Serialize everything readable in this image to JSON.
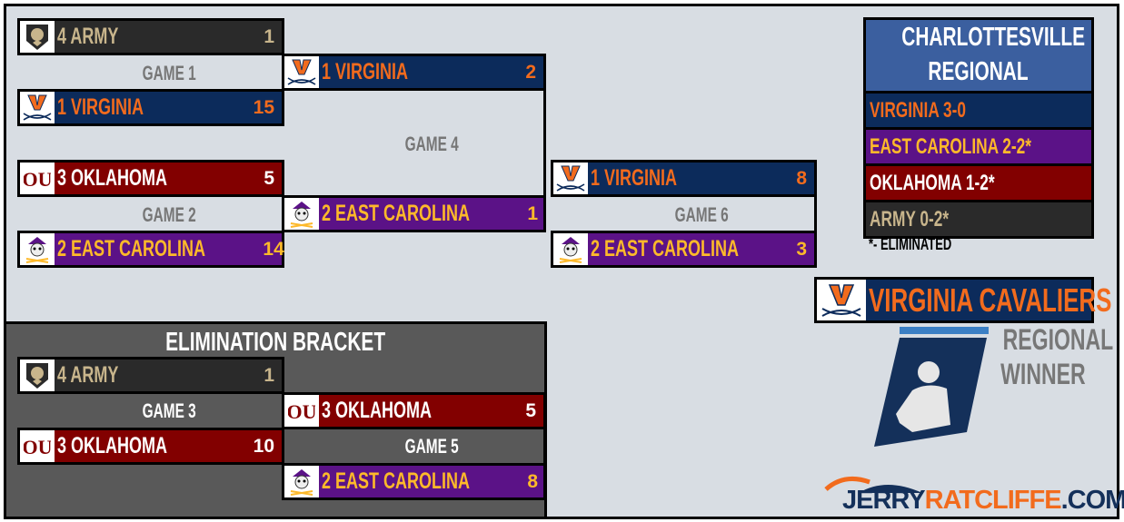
{
  "colors": {
    "army": "#2a2a2a",
    "virginia": "#0c2b5b",
    "oklahoma": "#820000",
    "east_carolina": "#5b1287",
    "accent_orange": "#f26b1d"
  },
  "winners_bracket": {
    "game1": {
      "label": "GAME 1",
      "top": {
        "team": "4 ARMY",
        "score": "1",
        "logo": "army-logo-icon"
      },
      "bottom": {
        "team": "1 VIRGINIA",
        "score": "15",
        "logo": "virginia-logo-icon"
      }
    },
    "game2": {
      "label": "GAME 2",
      "top": {
        "team": "3 OKLAHOMA",
        "score": "5",
        "logo": "oklahoma-logo-icon"
      },
      "bottom": {
        "team": "2 EAST CAROLINA",
        "score": "14",
        "logo": "ecu-logo-icon"
      }
    },
    "game4": {
      "label": "GAME 4",
      "top": {
        "team": "1 VIRGINIA",
        "score": "2",
        "logo": "virginia-logo-icon"
      },
      "bottom": {
        "team": "2 EAST CAROLINA",
        "score": "1",
        "logo": "ecu-logo-icon"
      }
    },
    "game6": {
      "label": "GAME 6",
      "top": {
        "team": "1 VIRGINIA",
        "score": "8",
        "logo": "virginia-logo-icon"
      },
      "bottom": {
        "team": "2 EAST CAROLINA",
        "score": "3",
        "logo": "ecu-logo-icon"
      }
    }
  },
  "elimination_bracket": {
    "title": "ELIMINATION BRACKET",
    "game3": {
      "label": "GAME 3",
      "top": {
        "team": "4 ARMY",
        "score": "1",
        "logo": "army-logo-icon"
      },
      "bottom": {
        "team": "3 OKLAHOMA",
        "score": "10",
        "logo": "oklahoma-logo-icon"
      }
    },
    "game5": {
      "label": "GAME 5",
      "top": {
        "team": "3 OKLAHOMA",
        "score": "5",
        "logo": "oklahoma-logo-icon"
      },
      "bottom": {
        "team": "2 EAST CAROLINA",
        "score": "8",
        "logo": "ecu-logo-icon"
      }
    }
  },
  "standings": {
    "title_line1": "CHARLOTTESVILLE",
    "title_line2": "REGIONAL",
    "rows": [
      "VIRGINIA 3-0",
      "EAST CAROLINA 2-2*",
      "OKLAHOMA 1-2*",
      "ARMY 0-2*"
    ],
    "note": "*- ELIMINATED"
  },
  "winner": {
    "team": "VIRGINIA CAVALIERS",
    "line1": "REGIONAL",
    "line2": "WINNER"
  },
  "branding": {
    "site_first": "JERRY",
    "site_second": "RATCLIFFE",
    "site_tld": ".COM"
  }
}
